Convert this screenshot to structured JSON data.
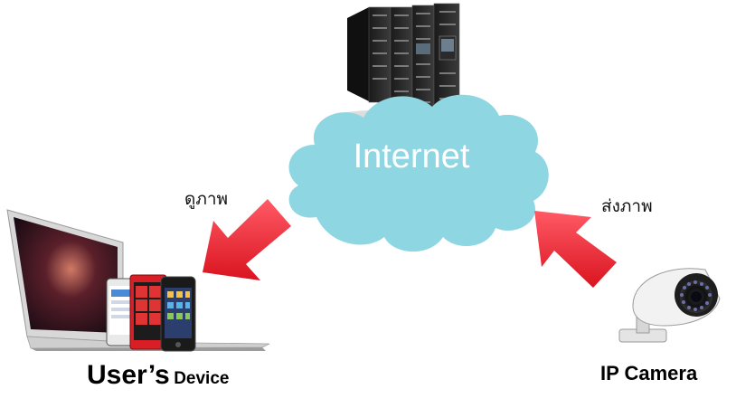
{
  "cloud": {
    "label": "Internet",
    "color": "#8fd6e3"
  },
  "arrows": {
    "color": "#e8253a",
    "view_label": "ดูภาพ",
    "send_label": "ส่งภาพ"
  },
  "devices": {
    "label_main": "User’s",
    "label_sub": "Device"
  },
  "camera": {
    "label": "IP Camera"
  }
}
